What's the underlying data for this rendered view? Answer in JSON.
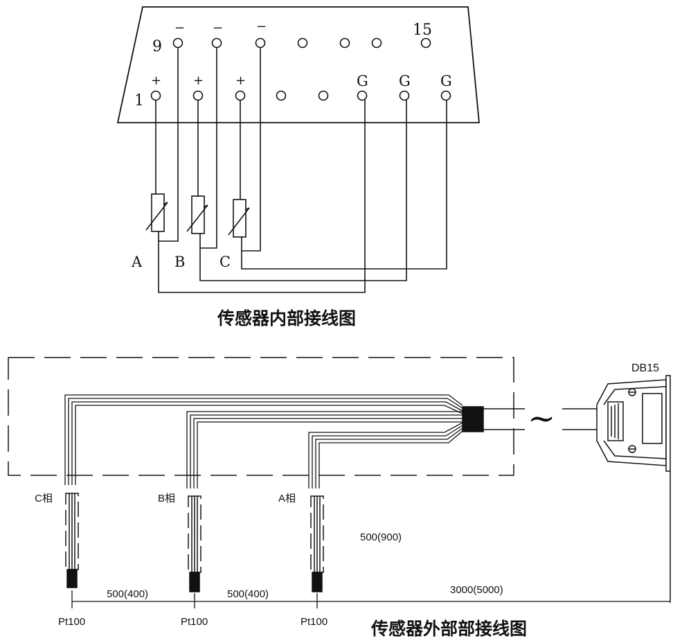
{
  "internal": {
    "title": "传感器内部接线图",
    "pin_9": "9",
    "pin_15": "15",
    "pin_1": "1",
    "minus": "−",
    "plus": "+",
    "ground": "G",
    "phase_a": "A",
    "phase_b": "B",
    "phase_c": "C"
  },
  "external": {
    "title": "传感器外部部接线图",
    "connector": "DB15",
    "tilde": "~",
    "phase_c": "C相",
    "phase_b": "B相",
    "phase_a": "A相",
    "sensor": "Pt100",
    "dim_ac": "500(900)",
    "dim_cb": "500(400)",
    "dim_ba": "500(400)",
    "dim_cable": "3000(5000)"
  }
}
